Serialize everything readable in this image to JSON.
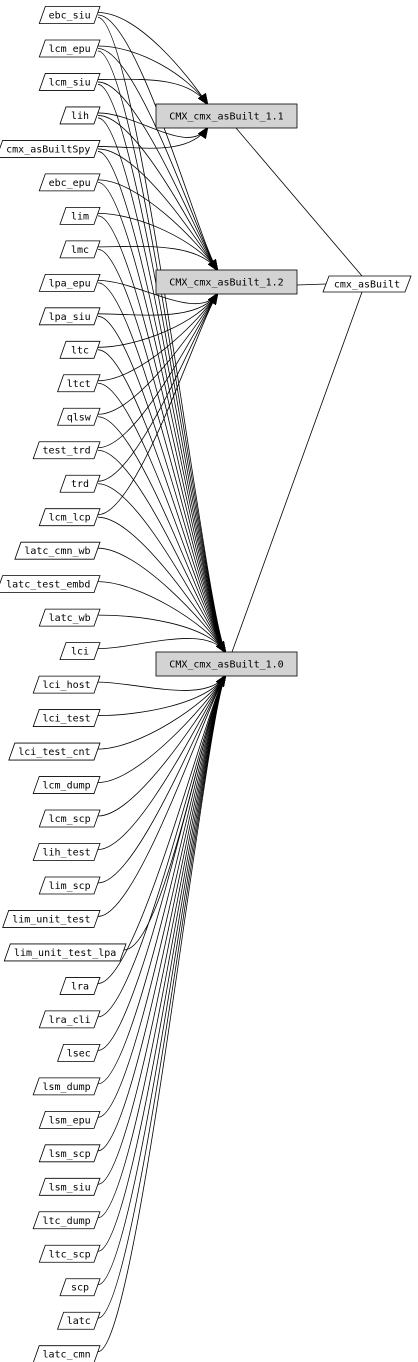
{
  "graph": {
    "package_nodes": [
      {
        "id": "v11",
        "label": "CMX_cmx_asBuilt_1.1"
      },
      {
        "id": "v12",
        "label": "CMX_cmx_asBuilt_1.2"
      },
      {
        "id": "v10",
        "label": "CMX_cmx_asBuilt_1.0"
      }
    ],
    "output_node": {
      "label": "cmx_asBuilt"
    },
    "package_fill": "#d3d3d3",
    "dependency_nodes": [
      {
        "label": "ebc_siu",
        "targets": [
          "v11",
          "v12",
          "v10"
        ]
      },
      {
        "label": "lcm_epu",
        "targets": [
          "v11",
          "v12",
          "v10"
        ]
      },
      {
        "label": "lcm_siu",
        "targets": [
          "v11",
          "v12",
          "v10"
        ]
      },
      {
        "label": "lih",
        "targets": [
          "v11",
          "v12",
          "v10"
        ]
      },
      {
        "label": "cmx_asBuiltSpy",
        "targets": [
          "v11",
          "v12",
          "v10"
        ]
      },
      {
        "label": "ebc_epu",
        "targets": [
          "v12",
          "v10"
        ]
      },
      {
        "label": "lim",
        "targets": [
          "v12",
          "v10"
        ]
      },
      {
        "label": "lmc",
        "targets": [
          "v12",
          "v10"
        ]
      },
      {
        "label": "lpa_epu",
        "targets": [
          "v12",
          "v10"
        ]
      },
      {
        "label": "lpa_siu",
        "targets": [
          "v12",
          "v10"
        ]
      },
      {
        "label": "ltc",
        "targets": [
          "v12",
          "v10"
        ]
      },
      {
        "label": "ltct",
        "targets": [
          "v12",
          "v10"
        ]
      },
      {
        "label": "qlsw",
        "targets": [
          "v12",
          "v10"
        ]
      },
      {
        "label": "test_trd",
        "targets": [
          "v12",
          "v10"
        ]
      },
      {
        "label": "trd",
        "targets": [
          "v12",
          "v10"
        ]
      },
      {
        "label": "lcm_lcp",
        "targets": [
          "v12",
          "v10"
        ]
      },
      {
        "label": "latc_cmn_wb",
        "targets": [
          "v10"
        ]
      },
      {
        "label": "latc_test_embd",
        "targets": [
          "v10"
        ]
      },
      {
        "label": "latc_wb",
        "targets": [
          "v10"
        ]
      },
      {
        "label": "lci",
        "targets": [
          "v10"
        ]
      },
      {
        "label": "lci_host",
        "targets": [
          "v10"
        ]
      },
      {
        "label": "lci_test",
        "targets": [
          "v10"
        ]
      },
      {
        "label": "lci_test_cnt",
        "targets": [
          "v10"
        ]
      },
      {
        "label": "lcm_dump",
        "targets": [
          "v10"
        ]
      },
      {
        "label": "lcm_scp",
        "targets": [
          "v10"
        ]
      },
      {
        "label": "lih_test",
        "targets": [
          "v10"
        ]
      },
      {
        "label": "lim_scp",
        "targets": [
          "v10"
        ]
      },
      {
        "label": "lim_unit_test",
        "targets": [
          "v10"
        ]
      },
      {
        "label": "lim_unit_test_lpa",
        "targets": [
          "v10"
        ]
      },
      {
        "label": "lra",
        "targets": [
          "v10"
        ]
      },
      {
        "label": "lra_cli",
        "targets": [
          "v10"
        ]
      },
      {
        "label": "lsec",
        "targets": [
          "v10"
        ]
      },
      {
        "label": "lsm_dump",
        "targets": [
          "v10"
        ]
      },
      {
        "label": "lsm_epu",
        "targets": [
          "v10"
        ]
      },
      {
        "label": "lsm_scp",
        "targets": [
          "v10"
        ]
      },
      {
        "label": "lsm_siu",
        "targets": [
          "v10"
        ]
      },
      {
        "label": "ltc_dump",
        "targets": [
          "v10"
        ]
      },
      {
        "label": "ltc_scp",
        "targets": [
          "v10"
        ]
      },
      {
        "label": "scp",
        "targets": [
          "v10"
        ]
      },
      {
        "label": "latc",
        "targets": [
          "v10"
        ]
      },
      {
        "label": "latc_cmn",
        "targets": [
          "v10"
        ]
      }
    ]
  }
}
